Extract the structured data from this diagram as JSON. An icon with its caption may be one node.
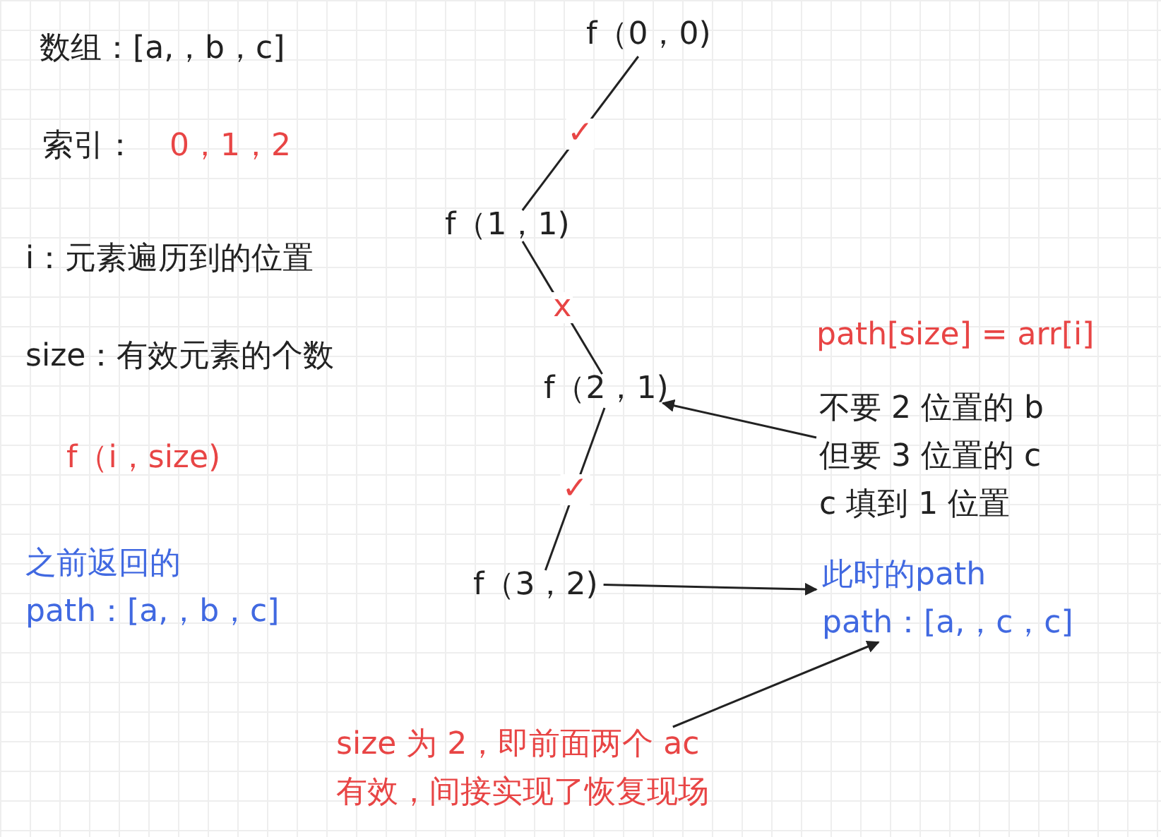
{
  "diagram": {
    "nodes": [
      {
        "text": [
          "f（0，0)"
        ]
      },
      {
        "text": [
          "f（1，1)"
        ]
      },
      {
        "text": [
          "f（2，1)"
        ]
      },
      {
        "text": [
          "f（3，2)"
        ]
      },
      {
        "text": [
          "不要 2 位置的 b 但要 3 位置的 c c 填到 1 位置"
        ]
      },
      {
        "text": [
          "此时的path path：[a,，c，c]"
        ]
      },
      {
        "text": [
          "size 为 2，即前面两个 ac 有效，间接实现了恢复现场"
        ]
      }
    ],
    "edges": [
      {
        "from": 0,
        "to": 1,
        "arrow": "none",
        "label": "✓"
      },
      {
        "from": 1,
        "to": 2,
        "arrow": "none",
        "label": "x"
      },
      {
        "from": 2,
        "to": 3,
        "arrow": "none",
        "label": "✓"
      },
      {
        "from": 3,
        "to": 5,
        "arrow": "to"
      },
      {
        "from": 4,
        "to": 2,
        "arrow": "to"
      },
      {
        "from": 6,
        "to": 5,
        "arrow": "to"
      }
    ],
    "labels": [
      "数组：[a,，b，c]",
      "索引：",
      "0，1，2",
      "i：元素遍历到的位置",
      "size：有效元素的个数",
      "f（i，size)",
      "之前返回的 path：[a,，b，c]",
      "path[size] = arr[i]"
    ]
  }
}
